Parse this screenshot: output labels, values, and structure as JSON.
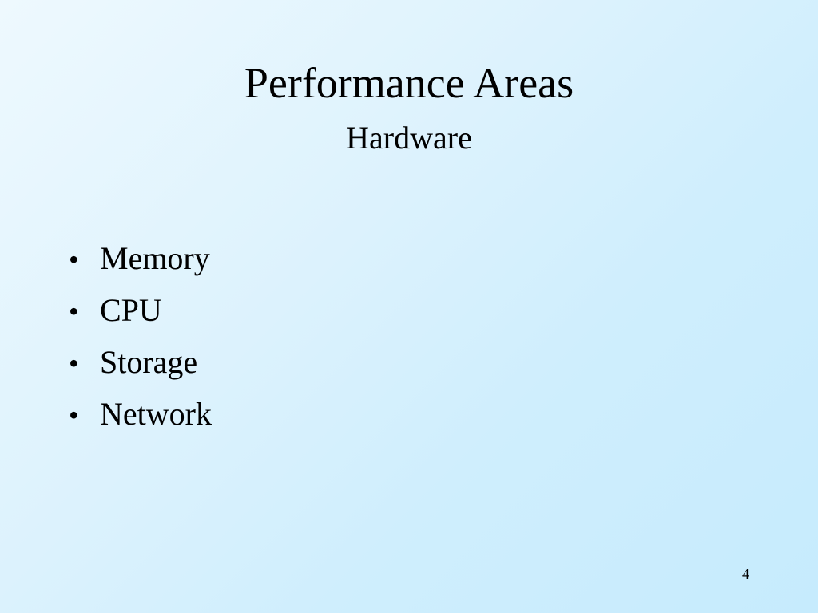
{
  "slide": {
    "title": "Performance Areas",
    "subtitle": "Hardware",
    "bullet_symbol": "•",
    "bullets": [
      "Memory",
      "CPU",
      "Storage",
      "Network"
    ],
    "page_number": "4"
  },
  "colors": {
    "background_start": "#eef9fe",
    "background_end": "#c6ebfd",
    "text": "#000000"
  }
}
